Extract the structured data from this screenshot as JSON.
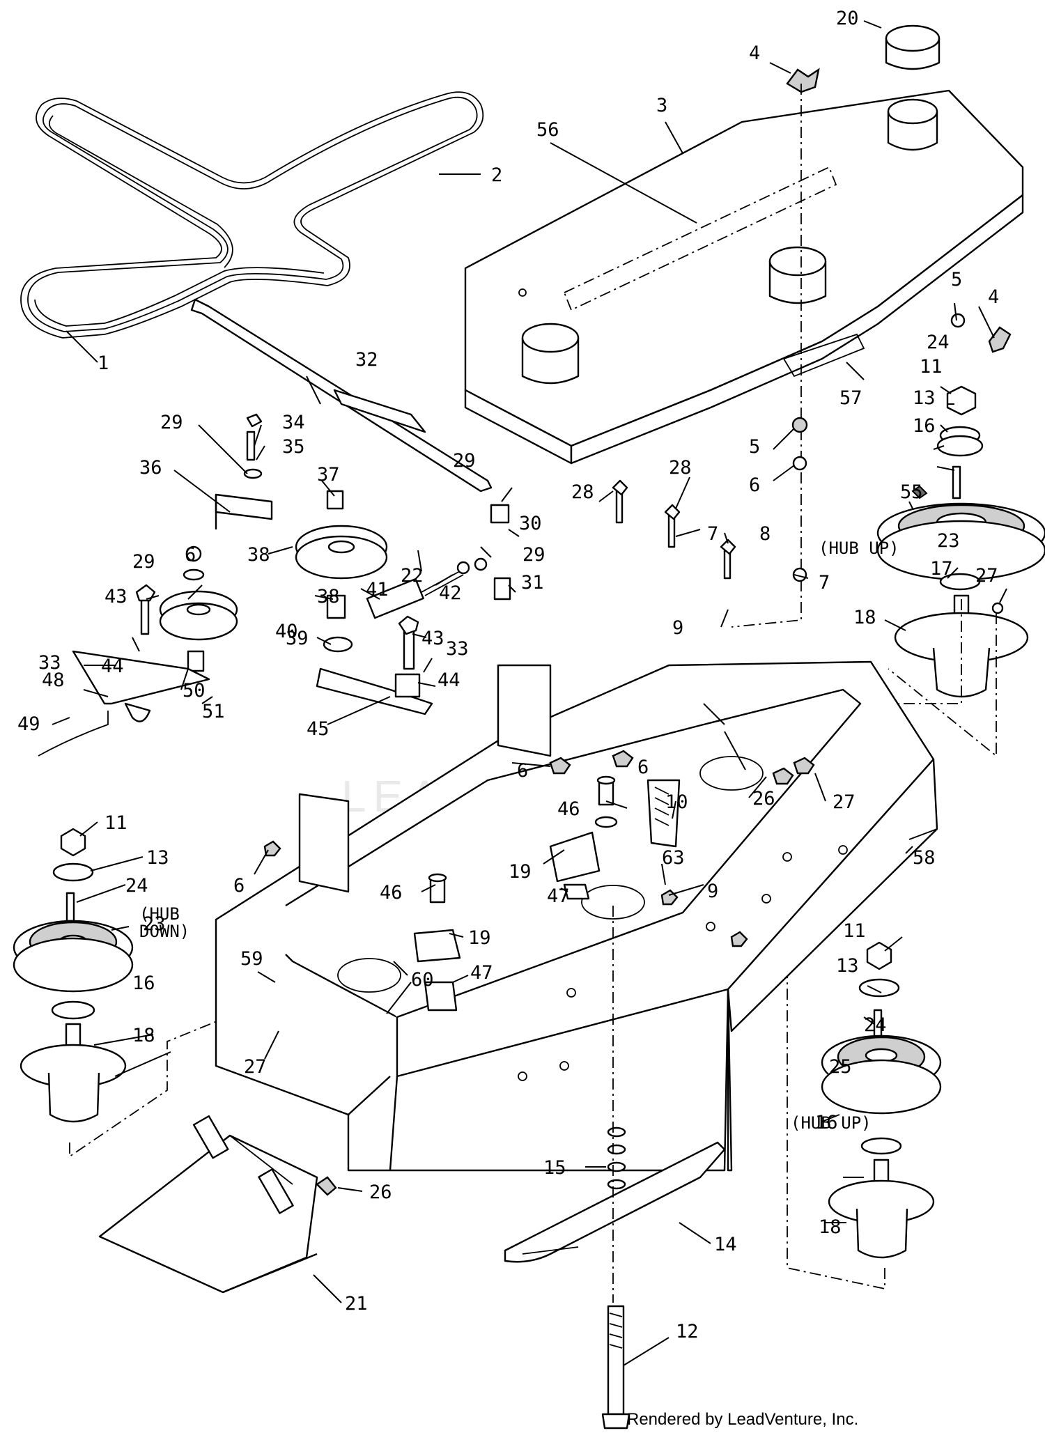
{
  "watermark": "LEADVENTURE",
  "credit": "Rendered by LeadVenture, Inc.",
  "notes": {
    "hub_up_a": "(HUB UP)",
    "hub_down_a": "(HUB",
    "hub_down_b": "DOWN)",
    "hub_up_b": "(HUB UP)"
  },
  "callouts": [
    {
      "n": "1"
    },
    {
      "n": "2"
    },
    {
      "n": "3"
    },
    {
      "n": "4"
    },
    {
      "n": "4"
    },
    {
      "n": "5"
    },
    {
      "n": "5"
    },
    {
      "n": "6"
    },
    {
      "n": "6"
    },
    {
      "n": "6"
    },
    {
      "n": "6"
    },
    {
      "n": "6"
    },
    {
      "n": "7"
    },
    {
      "n": "7"
    },
    {
      "n": "8"
    },
    {
      "n": "9"
    },
    {
      "n": "9"
    },
    {
      "n": "10"
    },
    {
      "n": "11"
    },
    {
      "n": "11"
    },
    {
      "n": "11"
    },
    {
      "n": "12"
    },
    {
      "n": "13"
    },
    {
      "n": "13"
    },
    {
      "n": "13"
    },
    {
      "n": "14"
    },
    {
      "n": "15"
    },
    {
      "n": "16"
    },
    {
      "n": "16"
    },
    {
      "n": "16"
    },
    {
      "n": "17"
    },
    {
      "n": "18"
    },
    {
      "n": "18"
    },
    {
      "n": "18"
    },
    {
      "n": "19"
    },
    {
      "n": "19"
    },
    {
      "n": "20"
    },
    {
      "n": "21"
    },
    {
      "n": "22"
    },
    {
      "n": "23"
    },
    {
      "n": "23"
    },
    {
      "n": "24"
    },
    {
      "n": "24"
    },
    {
      "n": "24"
    },
    {
      "n": "25"
    },
    {
      "n": "26"
    },
    {
      "n": "26"
    },
    {
      "n": "27"
    },
    {
      "n": "27"
    },
    {
      "n": "27"
    },
    {
      "n": "28"
    },
    {
      "n": "28"
    },
    {
      "n": "29"
    },
    {
      "n": "29"
    },
    {
      "n": "29"
    },
    {
      "n": "29"
    },
    {
      "n": "30"
    },
    {
      "n": "31"
    },
    {
      "n": "32"
    },
    {
      "n": "33"
    },
    {
      "n": "33"
    },
    {
      "n": "34"
    },
    {
      "n": "35"
    },
    {
      "n": "36"
    },
    {
      "n": "37"
    },
    {
      "n": "38"
    },
    {
      "n": "38"
    },
    {
      "n": "39"
    },
    {
      "n": "40"
    },
    {
      "n": "41"
    },
    {
      "n": "42"
    },
    {
      "n": "43"
    },
    {
      "n": "43"
    },
    {
      "n": "44"
    },
    {
      "n": "44"
    },
    {
      "n": "45"
    },
    {
      "n": "46"
    },
    {
      "n": "46"
    },
    {
      "n": "47"
    },
    {
      "n": "47"
    },
    {
      "n": "48"
    },
    {
      "n": "49"
    },
    {
      "n": "50"
    },
    {
      "n": "51"
    },
    {
      "n": "55"
    },
    {
      "n": "56"
    },
    {
      "n": "57"
    },
    {
      "n": "58"
    },
    {
      "n": "59"
    },
    {
      "n": "60"
    },
    {
      "n": "63"
    }
  ]
}
